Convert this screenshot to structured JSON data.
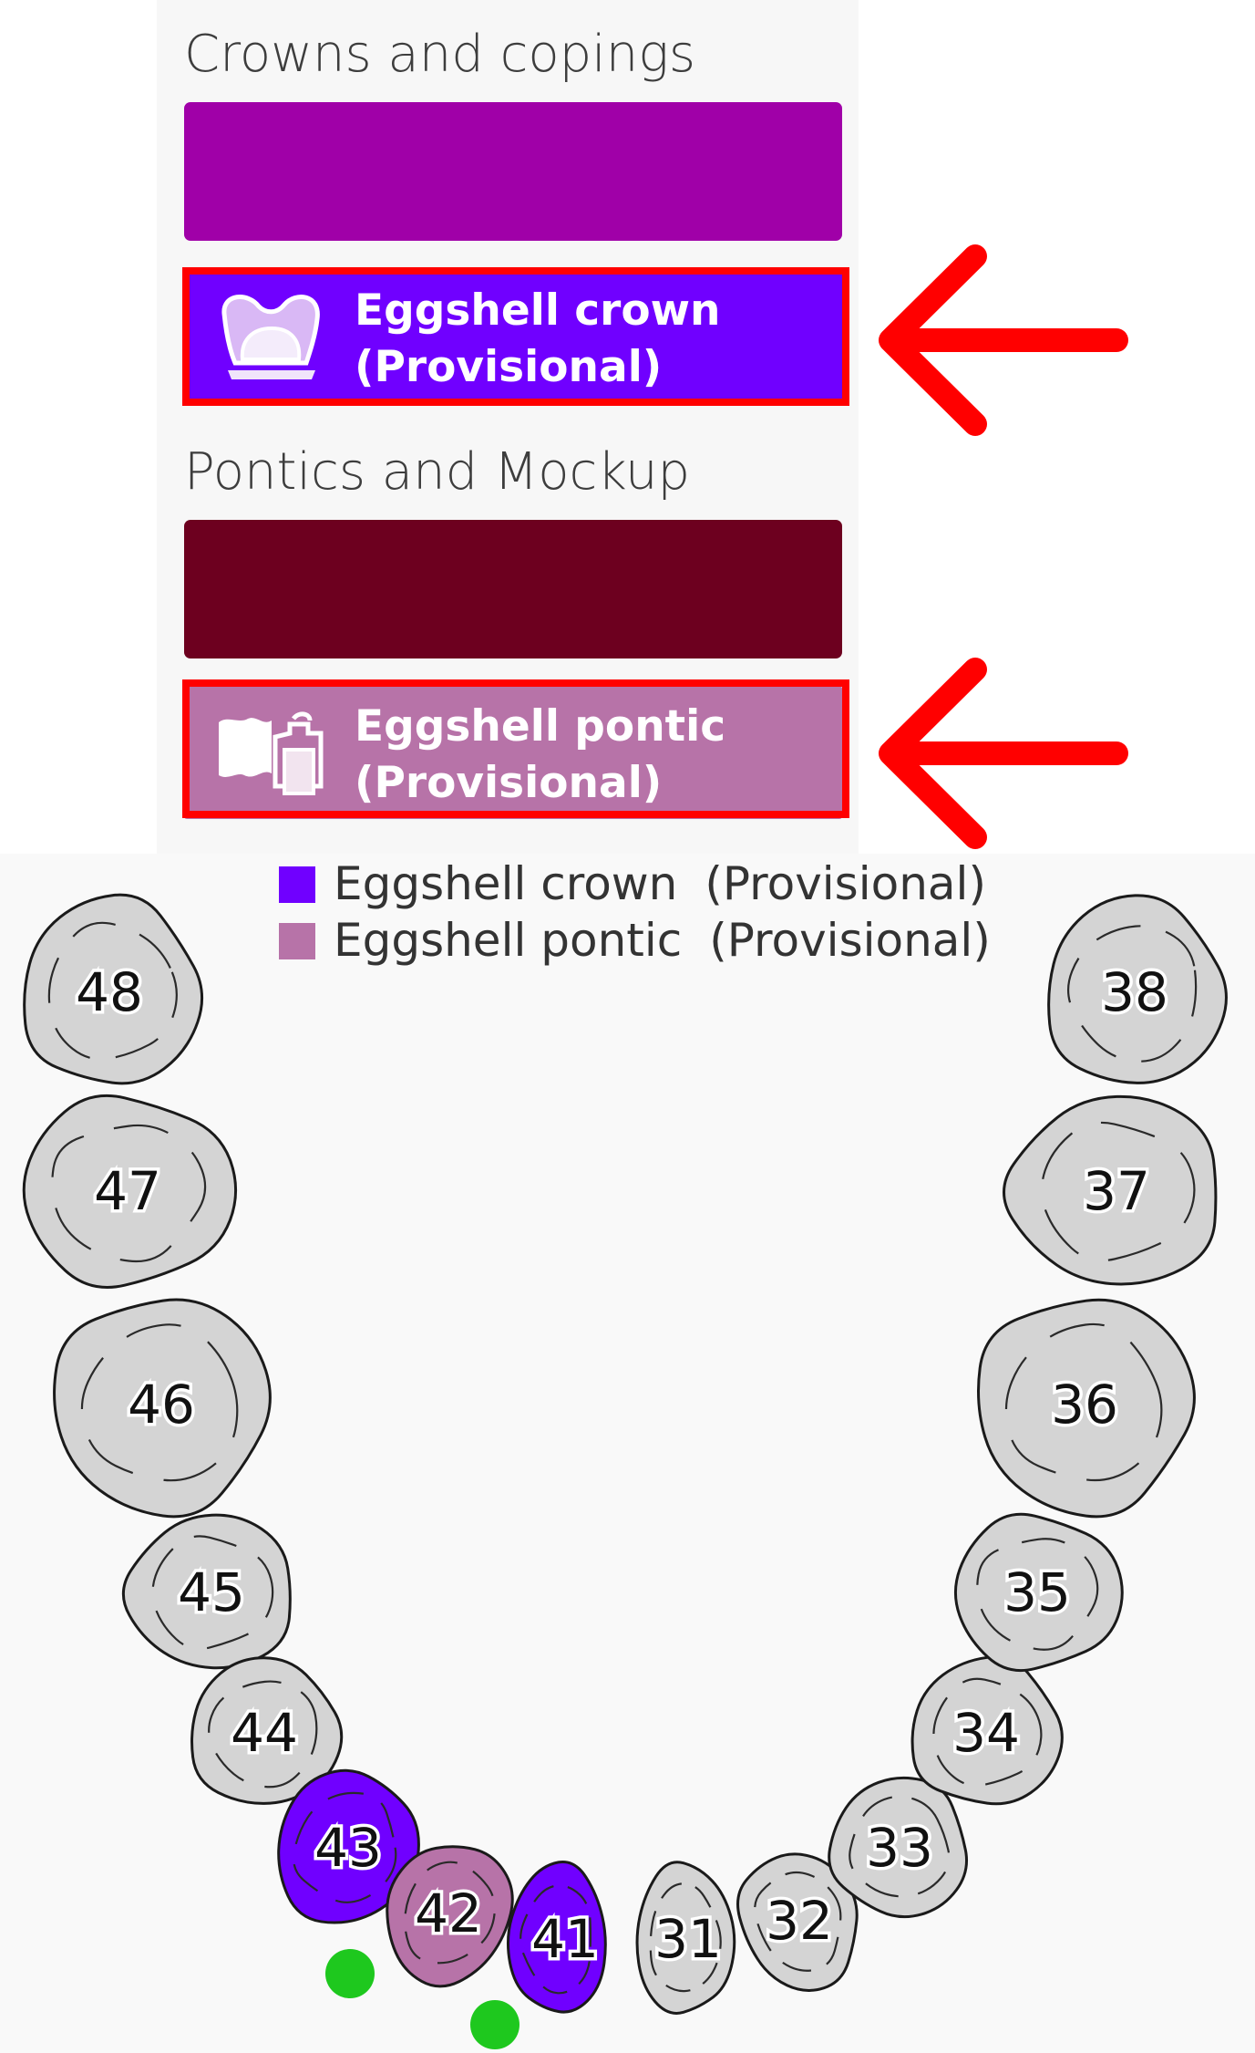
{
  "sections": {
    "crowns": {
      "title": "Crowns and copings",
      "block_color": "#a000a8",
      "button": {
        "line1": "Eggshell crown",
        "line2": "(Provisional)",
        "color": "#7000ff",
        "icon": "eggshell-crown-icon"
      }
    },
    "pontics": {
      "title": "Pontics and Mockup",
      "block_color": "#6d001f",
      "button": {
        "line1": "Eggshell pontic",
        "line2": "(Provisional)",
        "color": "#b773a8",
        "icon": "eggshell-pontic-icon"
      }
    }
  },
  "legend": [
    {
      "label": "Eggshell crown",
      "suffix": "(Provisional)",
      "color": "#7000ff"
    },
    {
      "label": "Eggshell pontic",
      "suffix": "(Provisional)",
      "color": "#b773a8"
    }
  ],
  "colors": {
    "highlight": "#ff0000",
    "tooth_default": "#d4d4d4",
    "tooth_crown": "#7000ff",
    "tooth_pontic": "#b773a8",
    "marker": "#1ec81e"
  },
  "teeth": [
    {
      "number": "48",
      "status": "none"
    },
    {
      "number": "47",
      "status": "none"
    },
    {
      "number": "46",
      "status": "none"
    },
    {
      "number": "45",
      "status": "none"
    },
    {
      "number": "44",
      "status": "none"
    },
    {
      "number": "43",
      "status": "crown"
    },
    {
      "number": "42",
      "status": "pontic"
    },
    {
      "number": "41",
      "status": "crown"
    },
    {
      "number": "31",
      "status": "none"
    },
    {
      "number": "32",
      "status": "none"
    },
    {
      "number": "33",
      "status": "none"
    },
    {
      "number": "34",
      "status": "none"
    },
    {
      "number": "35",
      "status": "none"
    },
    {
      "number": "36",
      "status": "none"
    },
    {
      "number": "37",
      "status": "none"
    },
    {
      "number": "38",
      "status": "none"
    }
  ]
}
